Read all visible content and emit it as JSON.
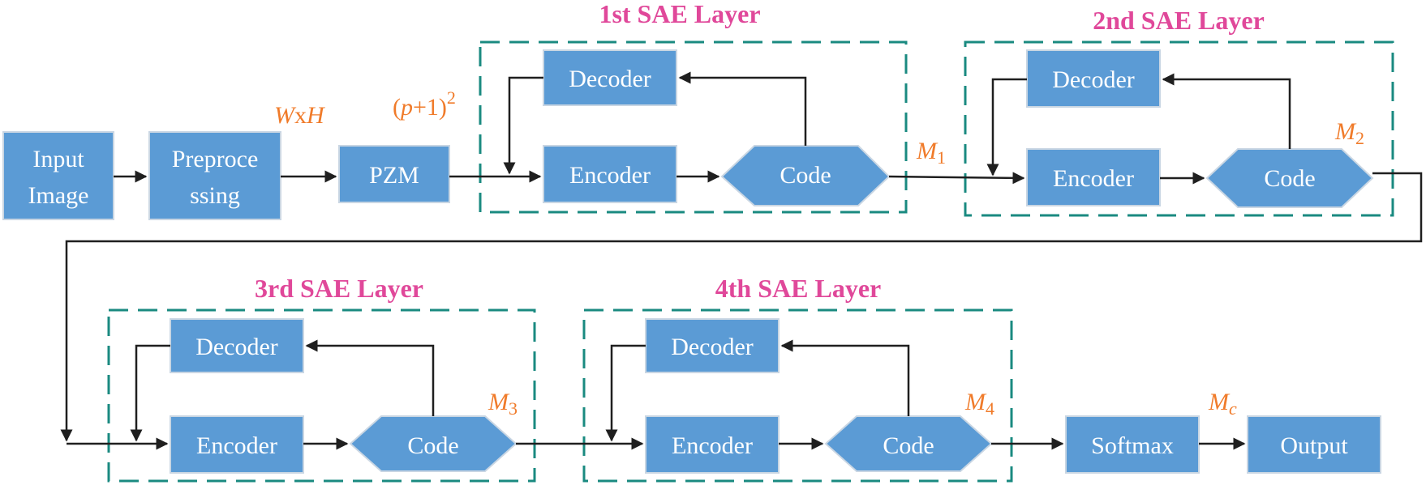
{
  "colors": {
    "node_fill": "#5b9bd5",
    "layer_border": "#1a8a80",
    "layer_title": "#e0489a",
    "annotation": "#f07b2a",
    "connector": "#1f1f1f"
  },
  "nodes": {
    "input_line1": "Input",
    "input_line2": "Image",
    "pre_line1": "Preproce",
    "pre_line2": "ssing",
    "pzm": "PZM",
    "softmax": "Softmax",
    "output": "Output"
  },
  "layers": [
    {
      "title": "1st SAE Layer",
      "decoder": "Decoder",
      "encoder": "Encoder",
      "code": "Code",
      "out_label": "M",
      "out_sub": "1"
    },
    {
      "title": "2nd SAE Layer",
      "decoder": "Decoder",
      "encoder": "Encoder",
      "code": "Code",
      "out_label": "M",
      "out_sub": "2"
    },
    {
      "title": "3rd SAE Layer",
      "decoder": "Decoder",
      "encoder": "Encoder",
      "code": "Code",
      "out_label": "M",
      "out_sub": "3"
    },
    {
      "title": "4th SAE Layer",
      "decoder": "Decoder",
      "encoder": "Encoder",
      "code": "Code",
      "out_label": "M",
      "out_sub": "4"
    }
  ],
  "annotations": {
    "wxh_w": "W",
    "wxh_x": "x",
    "wxh_h": "H",
    "pplus1_open": "(",
    "pplus1_p": "p",
    "pplus1_rest": "+1)",
    "pplus1_exp": "2",
    "mc_label": "M",
    "mc_sub": "c"
  }
}
